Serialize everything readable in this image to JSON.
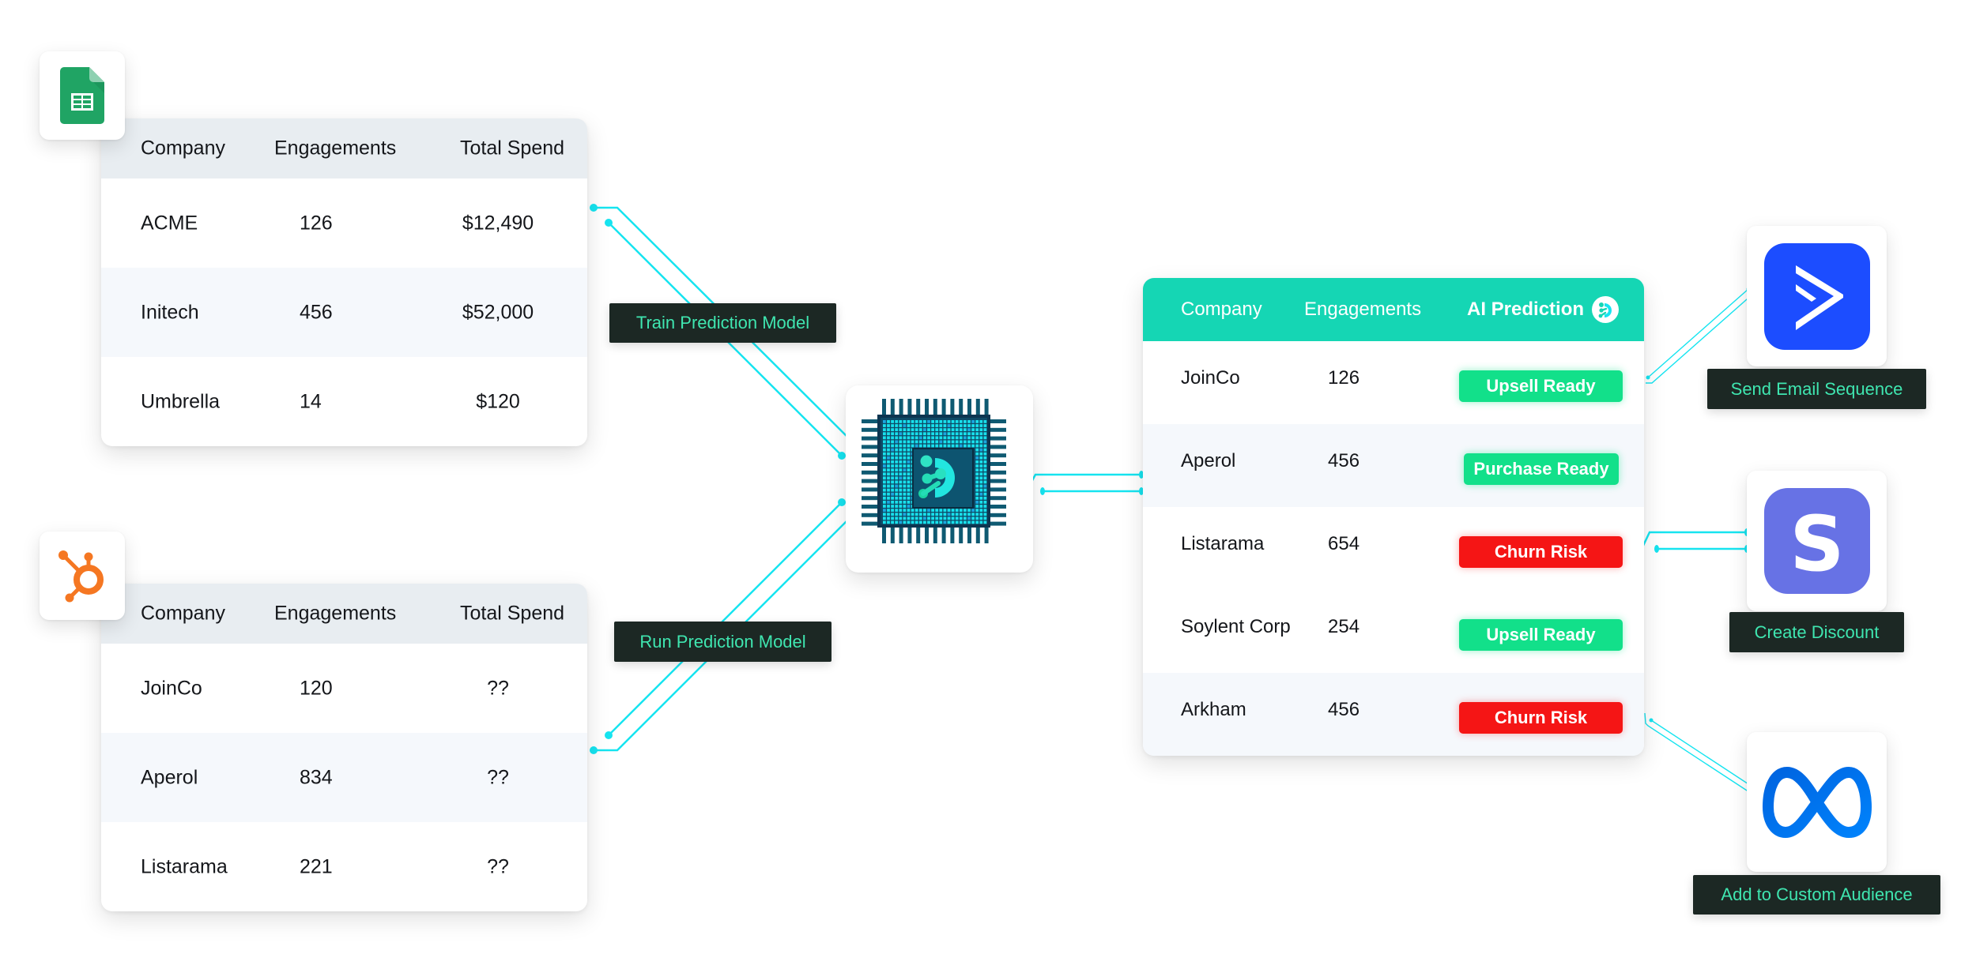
{
  "sources": [
    {
      "app": "Google Sheets",
      "icon": "google-sheets-icon",
      "columns": [
        "Company",
        "Engagements",
        "Total Spend"
      ],
      "rows": [
        {
          "company": "ACME",
          "engagements": "126",
          "total_spend": "$12,490"
        },
        {
          "company": "Initech",
          "engagements": "456",
          "total_spend": "$52,000"
        },
        {
          "company": "Umbrella",
          "engagements": "14",
          "total_spend": "$120"
        }
      ]
    },
    {
      "app": "HubSpot",
      "icon": "hubspot-icon",
      "columns": [
        "Company",
        "Engagements",
        "Total Spend"
      ],
      "rows": [
        {
          "company": "JoinCo",
          "engagements": "120",
          "total_spend": "??"
        },
        {
          "company": "Aperol",
          "engagements": "834",
          "total_spend": "??"
        },
        {
          "company": "Listarama",
          "engagements": "221",
          "total_spend": "??"
        }
      ]
    }
  ],
  "steps": {
    "train": "Train Prediction Model",
    "run": "Run Prediction Model"
  },
  "processor": {
    "icon": "ai-chip-icon"
  },
  "results": {
    "columns": [
      "Company",
      "Engagements",
      "AI Prediction"
    ],
    "rows": [
      {
        "company": "JoinCo",
        "engagements": "126",
        "prediction": "Upsell Ready",
        "status": "positive"
      },
      {
        "company": "Aperol",
        "engagements": "456",
        "prediction": "Purchase Ready",
        "status": "positive"
      },
      {
        "company": "Listarama",
        "engagements": "654",
        "prediction": "Churn Risk",
        "status": "negative"
      },
      {
        "company": "Soylent Corp",
        "engagements": "254",
        "prediction": "Upsell Ready",
        "status": "positive"
      },
      {
        "company": "Arkham",
        "engagements": "456",
        "prediction": "Churn Risk",
        "status": "negative"
      }
    ]
  },
  "actions": [
    {
      "app": "ActiveCampaign",
      "icon": "activecampaign-icon",
      "label": "Send Email Sequence"
    },
    {
      "app": "Stripe",
      "icon": "stripe-icon",
      "label": "Create Discount"
    },
    {
      "app": "Meta",
      "icon": "meta-icon",
      "label": "Add to Custom Audience"
    }
  ],
  "colors": {
    "accent": "#15d6b4",
    "wire": "#16e4f0",
    "positive": "#12e08a",
    "negative": "#f51515",
    "label_bg": "#1c2824",
    "label_text": "#3fe6b0"
  }
}
